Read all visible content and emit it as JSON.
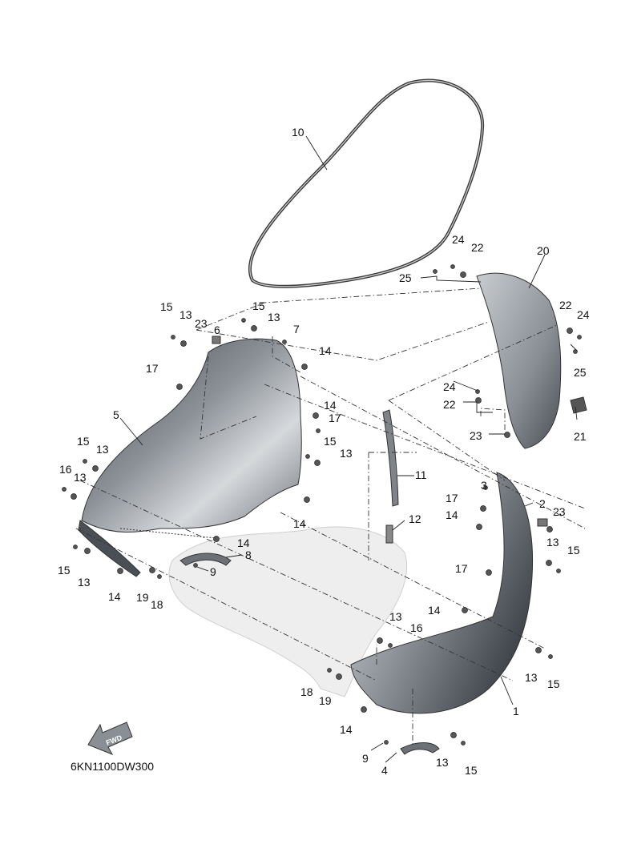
{
  "diagram_code": "6KN1100DW300",
  "fwd_label": "FWD",
  "callouts": [
    "1",
    "2",
    "3",
    "4",
    "5",
    "6",
    "7",
    "8",
    "9",
    "10",
    "11",
    "12",
    "13",
    "14",
    "15",
    "16",
    "17",
    "18",
    "19",
    "20",
    "21",
    "22",
    "23",
    "24",
    "25"
  ],
  "colors": {
    "part_dark": "#5a5f66",
    "part_mid": "#9aa0a6",
    "part_light": "#d8dbde",
    "frame_ghost": "#e4e4e4"
  }
}
